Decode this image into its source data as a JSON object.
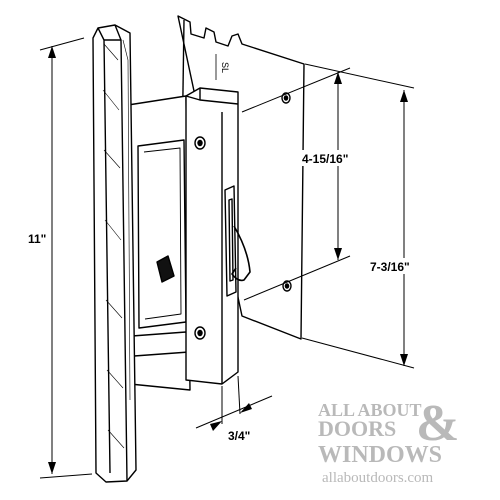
{
  "dimensions": {
    "overall_height": "11\"",
    "hole_spacing": "4-15/16\"",
    "plate_height": "7-3/16\"",
    "depth": "3/4\""
  },
  "plate_marking": "SL",
  "watermark": {
    "line1": "ALL ABOUT",
    "line2": "DOORS",
    "ampersand": "&",
    "line3": "WINDOWS",
    "url": "allaboutdoors.com"
  },
  "colors": {
    "line": "#000000",
    "watermark": "#b9b9b9"
  }
}
